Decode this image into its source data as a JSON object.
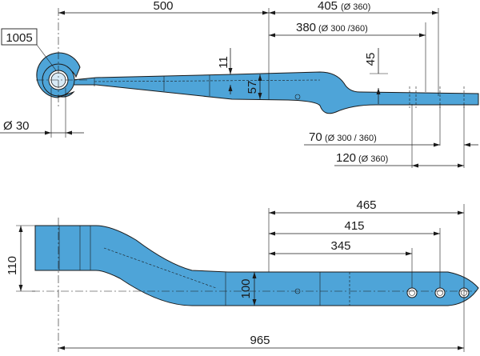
{
  "part_number": "1005",
  "top_view": {
    "dim_length_to_center": "500",
    "dim_405": "405",
    "dim_405_note": "(Ø 360)",
    "dim_380": "380",
    "dim_380_note": "(Ø 300 /360)",
    "dim_thickness_11": "11",
    "dim_height_57": "57",
    "dim_45": "45",
    "dim_eye_diameter": "Ø 30",
    "dim_70": "70",
    "dim_70_note": "(Ø 300 / 360)",
    "dim_120": "120",
    "dim_120_note": "(Ø 360)"
  },
  "bottom_view": {
    "dim_465": "465",
    "dim_415": "415",
    "dim_345": "345",
    "dim_width_110": "110",
    "dim_width_100": "100",
    "dim_total_965": "965"
  },
  "colors": {
    "part_fill": "#4ea4d8",
    "line": "#1a1a1a"
  }
}
